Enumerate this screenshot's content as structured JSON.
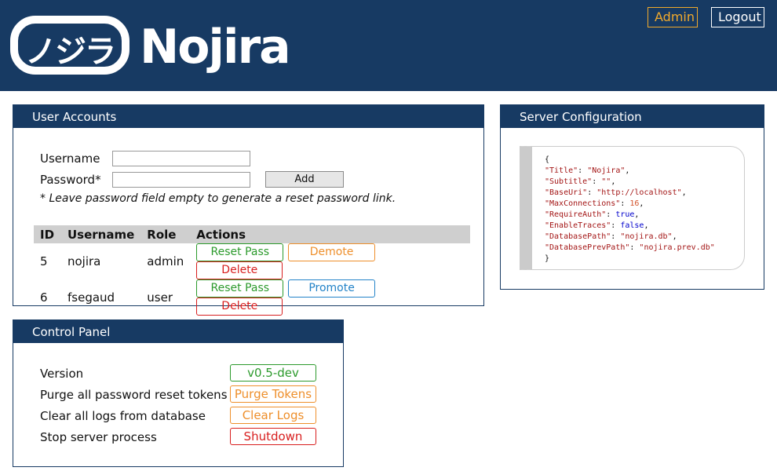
{
  "header": {
    "logo_jp": "ノジラ",
    "logo_text": "Nojira",
    "admin_label": "Admin",
    "logout_label": "Logout"
  },
  "users": {
    "title": "User Accounts",
    "username_label": "Username",
    "password_label": "Password*",
    "username_value": "",
    "password_value": "",
    "add_label": "Add",
    "note": "* Leave password field empty to generate a reset password link.",
    "columns": [
      "ID",
      "Username",
      "Role",
      "Actions"
    ],
    "rows": [
      {
        "id": "5",
        "username": "nojira",
        "role": "admin",
        "reset": "Reset Pass",
        "role_action": "Demote",
        "delete": "Delete"
      },
      {
        "id": "6",
        "username": "fsegaud",
        "role": "user",
        "reset": "Reset Pass",
        "role_action": "Promote",
        "delete": "Delete"
      }
    ]
  },
  "server": {
    "title": "Server Configuration",
    "config": {
      "open": "{",
      "close": "}",
      "lines": [
        {
          "key": "\"Title\"",
          "value": "\"Nojira\"",
          "type": "string",
          "comma": ","
        },
        {
          "key": "\"Subtitle\"",
          "value": "\"\"",
          "type": "string",
          "comma": ","
        },
        {
          "key": "\"BaseUri\"",
          "value": "\"http://localhost\"",
          "type": "string",
          "comma": ","
        },
        {
          "key": "\"MaxConnections\"",
          "value": "16",
          "type": "number",
          "comma": ","
        },
        {
          "key": "\"RequireAuth\"",
          "value": "true",
          "type": "keyword",
          "comma": ","
        },
        {
          "key": "\"EnableTraces\"",
          "value": "false",
          "type": "keyword",
          "comma": ","
        },
        {
          "key": "\"DatabasePath\"",
          "value": "\"nojira.db\"",
          "type": "string",
          "comma": ","
        },
        {
          "key": "\"DatabasePrevPath\"",
          "value": "\"nojira.prev.db\"",
          "type": "string",
          "comma": ""
        }
      ]
    }
  },
  "control": {
    "title": "Control Panel",
    "items": [
      {
        "label": "Version",
        "button": "v0.5-dev",
        "color": "#2c9a2c"
      },
      {
        "label": "Purge all password reset tokens",
        "button": "Purge Tokens",
        "color": "#ee8f2b"
      },
      {
        "label": "Clear all logs from database",
        "button": "Clear Logs",
        "color": "#ee8f2b"
      },
      {
        "label": "Stop server process",
        "button": "Shutdown",
        "color": "#d81e1e"
      }
    ]
  }
}
